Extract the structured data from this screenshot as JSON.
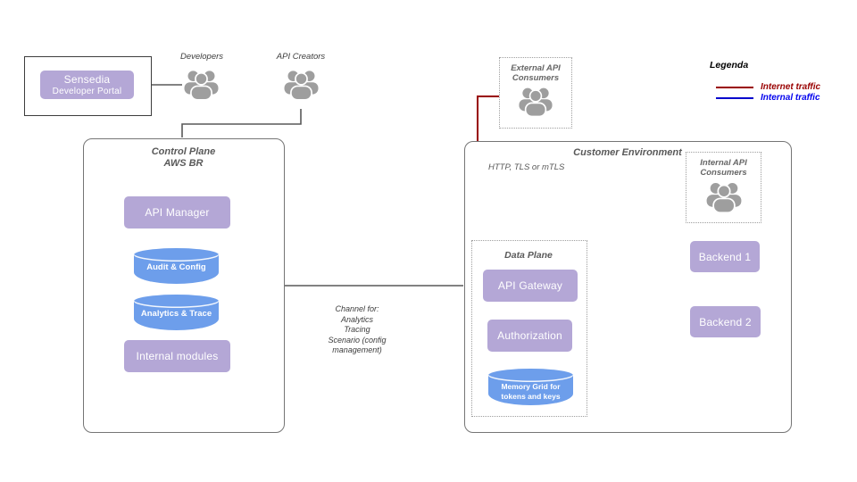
{
  "palette": {
    "purple_box": "#b4a7d6",
    "cylinder_blue": "#6d9eeb",
    "internet_red": "#990000",
    "internal_blue": "#0000cc",
    "line_gray": "#595959",
    "icon_gray": "#9e9e9e"
  },
  "portal": {
    "name": "Sensedia",
    "subtitle": "Developer Portal"
  },
  "actors": {
    "developers": "Developers",
    "api_creators": "API Creators"
  },
  "control_plane": {
    "title_line1": "Control Plane",
    "title_line2": "AWS BR",
    "api_manager": "API Manager",
    "audit_config": "Audit & Config",
    "analytics_trace": "Analytics & Trace",
    "internal_modules": "Internal modules"
  },
  "channel_note": {
    "line1": "Channel for:",
    "line2": "Analytics",
    "line3": "Tracing",
    "line4": "Scenario (config",
    "line5": "management)"
  },
  "external_consumers": {
    "title_line1": "External API",
    "title_line2": "Consumers"
  },
  "customer_environment": {
    "title": "Customer Environment",
    "protocol_note": "HTTP, TLS or mTLS",
    "internal_consumers": {
      "title_line1": "Internal API",
      "title_line2": "Consumers"
    },
    "data_plane": {
      "title": "Data Plane",
      "api_gateway": "API Gateway",
      "authorization": "Authorization",
      "memory_grid_line1": "Memory Grid for",
      "memory_grid_line2": "tokens and keys"
    },
    "backend_1": "Backend 1",
    "backend_2": "Backend 2"
  },
  "legend": {
    "title": "Legenda",
    "items": [
      {
        "label": "Internet traffic",
        "color": "#990000"
      },
      {
        "label": "Internal traffic",
        "color": "#0000cc"
      }
    ]
  }
}
